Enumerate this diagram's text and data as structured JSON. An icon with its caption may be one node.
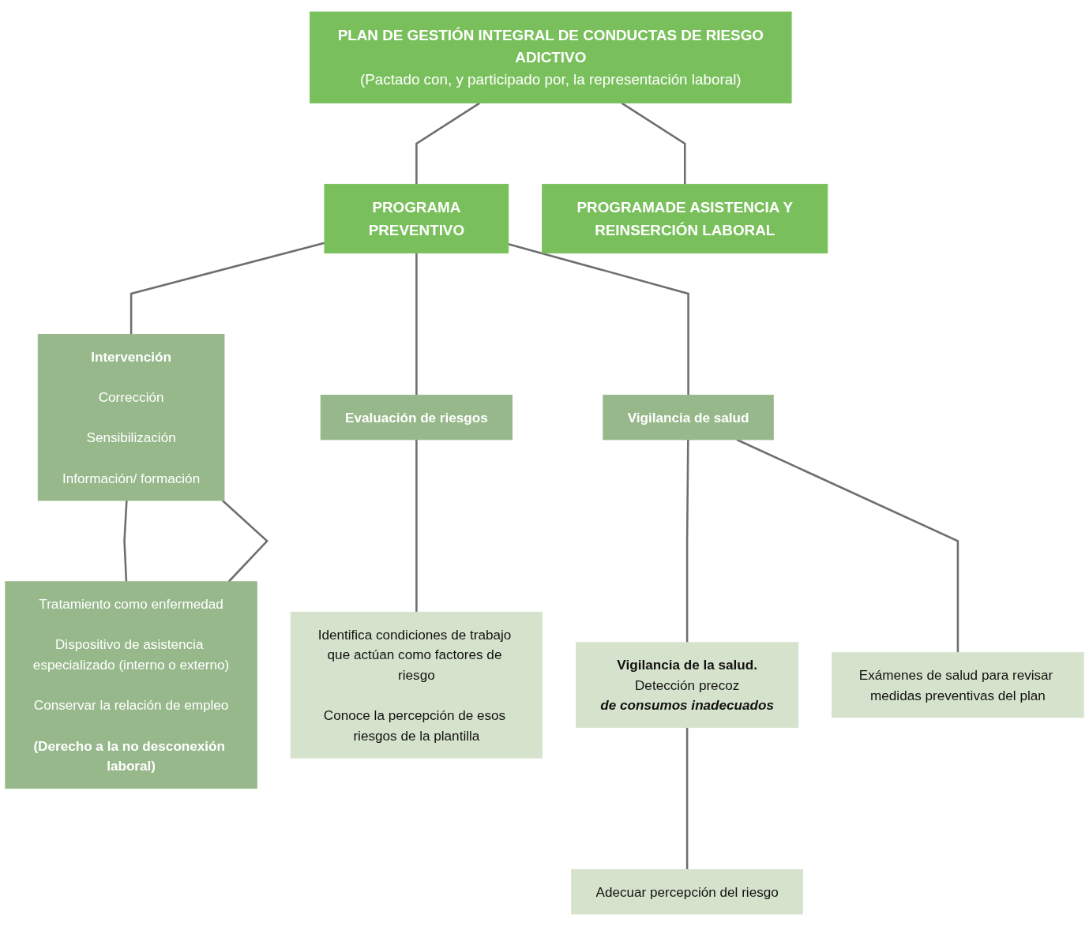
{
  "diagram": {
    "nodes": [
      {
        "text": [
          "PLAN DE GESTIÓN INTEGRAL DE CONDUCTAS DE RIESGO ADICTIVO",
          "(Pactado con, y participado por, la representación laboral)"
        ]
      },
      {
        "text": [
          "PROGRAMA PREVENTIVO"
        ]
      },
      {
        "text": [
          "PROGRAMADE ASISTENCIA Y REINSERCIÓN LABORAL"
        ]
      },
      {
        "text": [
          "Evaluación de riesgos"
        ]
      },
      {
        "text": [
          "Vigilancia de salud"
        ]
      },
      {
        "text": [
          "Intervención",
          "Corrección",
          "Sensibilización",
          "Información/ formación"
        ]
      },
      {
        "text": [
          "Tratamiento como enfermedad",
          "Dispositivo de asistencia especializado (interno o externo)",
          "Conservar la relación de empleo",
          "(Derecho a la no desconexión laboral)"
        ]
      },
      {
        "text": [
          "Identifica condiciones de trabajo que actúan como factores de riesgo",
          "Conoce la percepción de esos riesgos de la plantilla"
        ]
      },
      {
        "text": [
          "Vigilancia de la salud.",
          "Detección precoz",
          "de consumos inadecuados"
        ]
      },
      {
        "text": [
          "Adecuar percepción del riesgo"
        ]
      },
      {
        "text": [
          "Exámenes de salud para revisar medidas preventivas del plan"
        ]
      }
    ],
    "edges": [
      {
        "from": 0,
        "to": 1,
        "arrow": "none"
      },
      {
        "from": 0,
        "to": 2,
        "arrow": "none"
      },
      {
        "from": 1,
        "to": 3,
        "arrow": "none"
      },
      {
        "from": 1,
        "to": 4,
        "arrow": "none"
      },
      {
        "from": 1,
        "to": 5,
        "arrow": "none"
      },
      {
        "from": 5,
        "to": 6,
        "arrow": "none"
      },
      {
        "from": 5,
        "to": 6,
        "arrow": "none"
      },
      {
        "from": 3,
        "to": 7,
        "arrow": "none"
      },
      {
        "from": 4,
        "to": 8,
        "arrow": "none"
      },
      {
        "from": 4,
        "to": 10,
        "arrow": "none"
      },
      {
        "from": 8,
        "to": 9,
        "arrow": "none"
      }
    ]
  }
}
